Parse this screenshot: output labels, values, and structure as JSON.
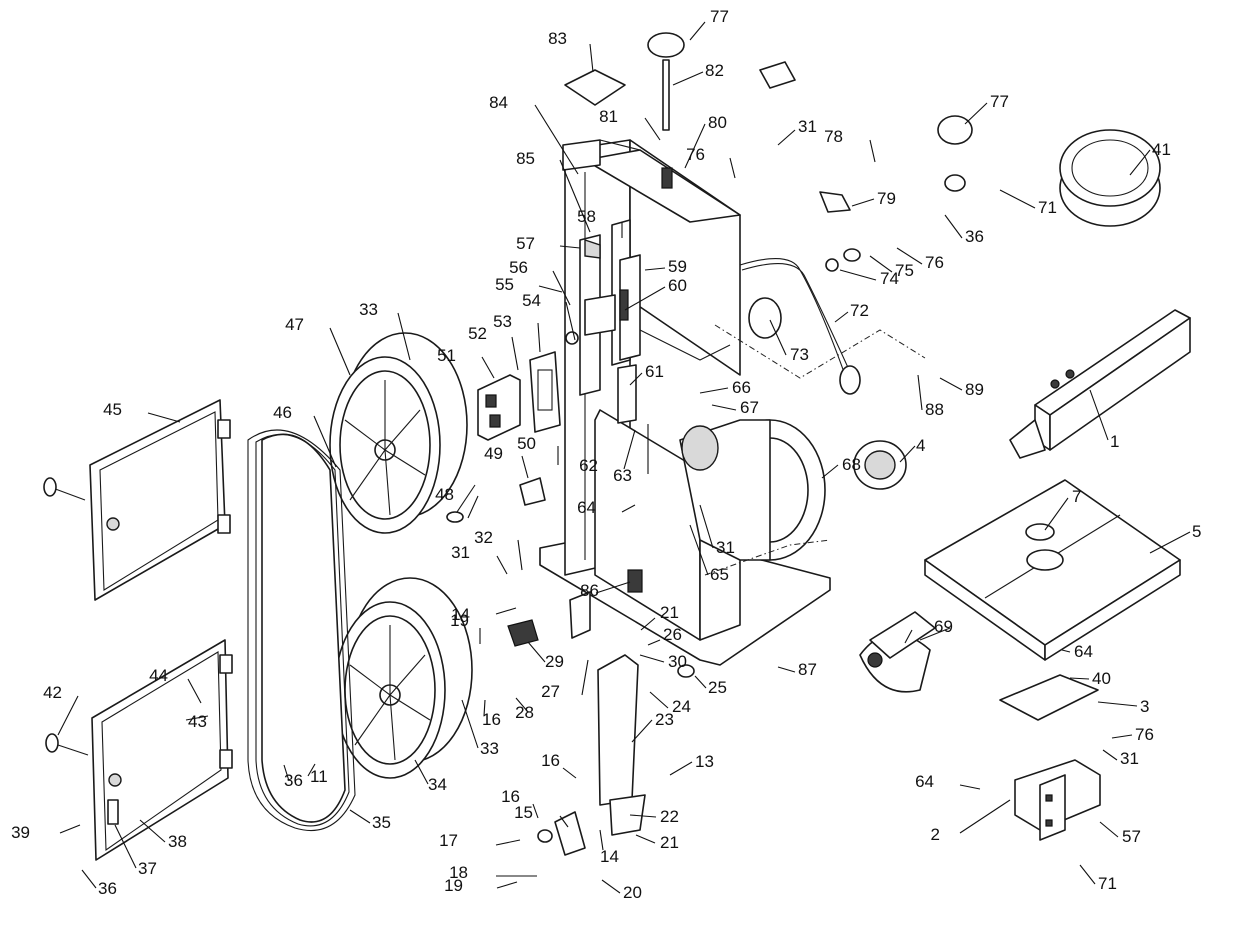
{
  "diagram": {
    "callouts": [
      {
        "id": "1",
        "label": "1"
      },
      {
        "id": "2",
        "label": "2"
      },
      {
        "id": "3",
        "label": "3"
      },
      {
        "id": "4",
        "label": "4"
      },
      {
        "id": "5",
        "label": "5"
      },
      {
        "id": "7",
        "label": "7"
      },
      {
        "id": "11",
        "label": "11"
      },
      {
        "id": "13",
        "label": "13"
      },
      {
        "id": "14a",
        "label": "14"
      },
      {
        "id": "14b",
        "label": "14"
      },
      {
        "id": "15",
        "label": "15"
      },
      {
        "id": "16a",
        "label": "16"
      },
      {
        "id": "16b",
        "label": "16"
      },
      {
        "id": "16c",
        "label": "16"
      },
      {
        "id": "17",
        "label": "17"
      },
      {
        "id": "18",
        "label": "18"
      },
      {
        "id": "19a",
        "label": "19"
      },
      {
        "id": "19b",
        "label": "19"
      },
      {
        "id": "20",
        "label": "20"
      },
      {
        "id": "21a",
        "label": "21"
      },
      {
        "id": "21b",
        "label": "21"
      },
      {
        "id": "22",
        "label": "22"
      },
      {
        "id": "23",
        "label": "23"
      },
      {
        "id": "24",
        "label": "24"
      },
      {
        "id": "25",
        "label": "25"
      },
      {
        "id": "26",
        "label": "26"
      },
      {
        "id": "27",
        "label": "27"
      },
      {
        "id": "28",
        "label": "28"
      },
      {
        "id": "29",
        "label": "29"
      },
      {
        "id": "30",
        "label": "30"
      },
      {
        "id": "31a",
        "label": "31"
      },
      {
        "id": "31b",
        "label": "31"
      },
      {
        "id": "31c",
        "label": "31"
      },
      {
        "id": "31d",
        "label": "31"
      },
      {
        "id": "32",
        "label": "32"
      },
      {
        "id": "33a",
        "label": "33"
      },
      {
        "id": "33b",
        "label": "33"
      },
      {
        "id": "34",
        "label": "34"
      },
      {
        "id": "35",
        "label": "35"
      },
      {
        "id": "36a",
        "label": "36"
      },
      {
        "id": "36b",
        "label": "36"
      },
      {
        "id": "36c",
        "label": "36"
      },
      {
        "id": "37",
        "label": "37"
      },
      {
        "id": "38",
        "label": "38"
      },
      {
        "id": "39",
        "label": "39"
      },
      {
        "id": "40",
        "label": "40"
      },
      {
        "id": "41",
        "label": "41"
      },
      {
        "id": "42",
        "label": "42"
      },
      {
        "id": "43",
        "label": "43"
      },
      {
        "id": "44",
        "label": "44"
      },
      {
        "id": "45",
        "label": "45"
      },
      {
        "id": "46",
        "label": "46"
      },
      {
        "id": "47",
        "label": "47"
      },
      {
        "id": "48",
        "label": "48"
      },
      {
        "id": "49",
        "label": "49"
      },
      {
        "id": "50",
        "label": "50"
      },
      {
        "id": "51",
        "label": "51"
      },
      {
        "id": "52",
        "label": "52"
      },
      {
        "id": "53",
        "label": "53"
      },
      {
        "id": "54",
        "label": "54"
      },
      {
        "id": "55",
        "label": "55"
      },
      {
        "id": "56",
        "label": "56"
      },
      {
        "id": "57a",
        "label": "57"
      },
      {
        "id": "57b",
        "label": "57"
      },
      {
        "id": "58",
        "label": "58"
      },
      {
        "id": "59",
        "label": "59"
      },
      {
        "id": "60",
        "label": "60"
      },
      {
        "id": "61",
        "label": "61"
      },
      {
        "id": "62",
        "label": "62"
      },
      {
        "id": "63",
        "label": "63"
      },
      {
        "id": "64a",
        "label": "64"
      },
      {
        "id": "64b",
        "label": "64"
      },
      {
        "id": "64c",
        "label": "64"
      },
      {
        "id": "65",
        "label": "65"
      },
      {
        "id": "66",
        "label": "66"
      },
      {
        "id": "67",
        "label": "67"
      },
      {
        "id": "68",
        "label": "68"
      },
      {
        "id": "69",
        "label": "69"
      },
      {
        "id": "71a",
        "label": "71"
      },
      {
        "id": "71b",
        "label": "71"
      },
      {
        "id": "72",
        "label": "72"
      },
      {
        "id": "73",
        "label": "73"
      },
      {
        "id": "74",
        "label": "74"
      },
      {
        "id": "75",
        "label": "75"
      },
      {
        "id": "76a",
        "label": "76"
      },
      {
        "id": "76b",
        "label": "76"
      },
      {
        "id": "76c",
        "label": "76"
      },
      {
        "id": "77a",
        "label": "77"
      },
      {
        "id": "77b",
        "label": "77"
      },
      {
        "id": "78",
        "label": "78"
      },
      {
        "id": "79",
        "label": "79"
      },
      {
        "id": "80",
        "label": "80"
      },
      {
        "id": "81",
        "label": "81"
      },
      {
        "id": "82",
        "label": "82"
      },
      {
        "id": "83",
        "label": "83"
      },
      {
        "id": "84",
        "label": "84"
      },
      {
        "id": "85",
        "label": "85"
      },
      {
        "id": "86",
        "label": "86"
      },
      {
        "id": "87",
        "label": "87"
      },
      {
        "id": "88",
        "label": "88"
      },
      {
        "id": "89",
        "label": "89"
      }
    ]
  }
}
